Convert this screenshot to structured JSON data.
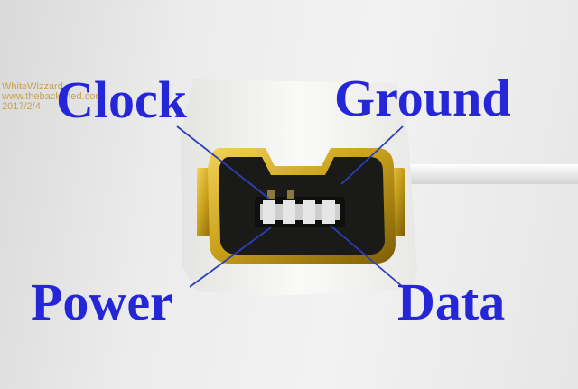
{
  "labels": {
    "clock": "Clock",
    "ground": "Ground",
    "power": "Power",
    "data": "Data"
  },
  "watermark": {
    "line1": "WhiteWizzard",
    "line2": "www.thebackshed.com",
    "line3": "2017/2/4"
  },
  "colors": {
    "label_text": "#2626d9",
    "pointer_lines": "#2b3fb8",
    "connector_housing": "#f4f4f2",
    "gold_shell": "#caa21c",
    "socket_interior": "#1a1a18",
    "pins": "#d8d8d8",
    "watermark": "#c9a24a"
  }
}
